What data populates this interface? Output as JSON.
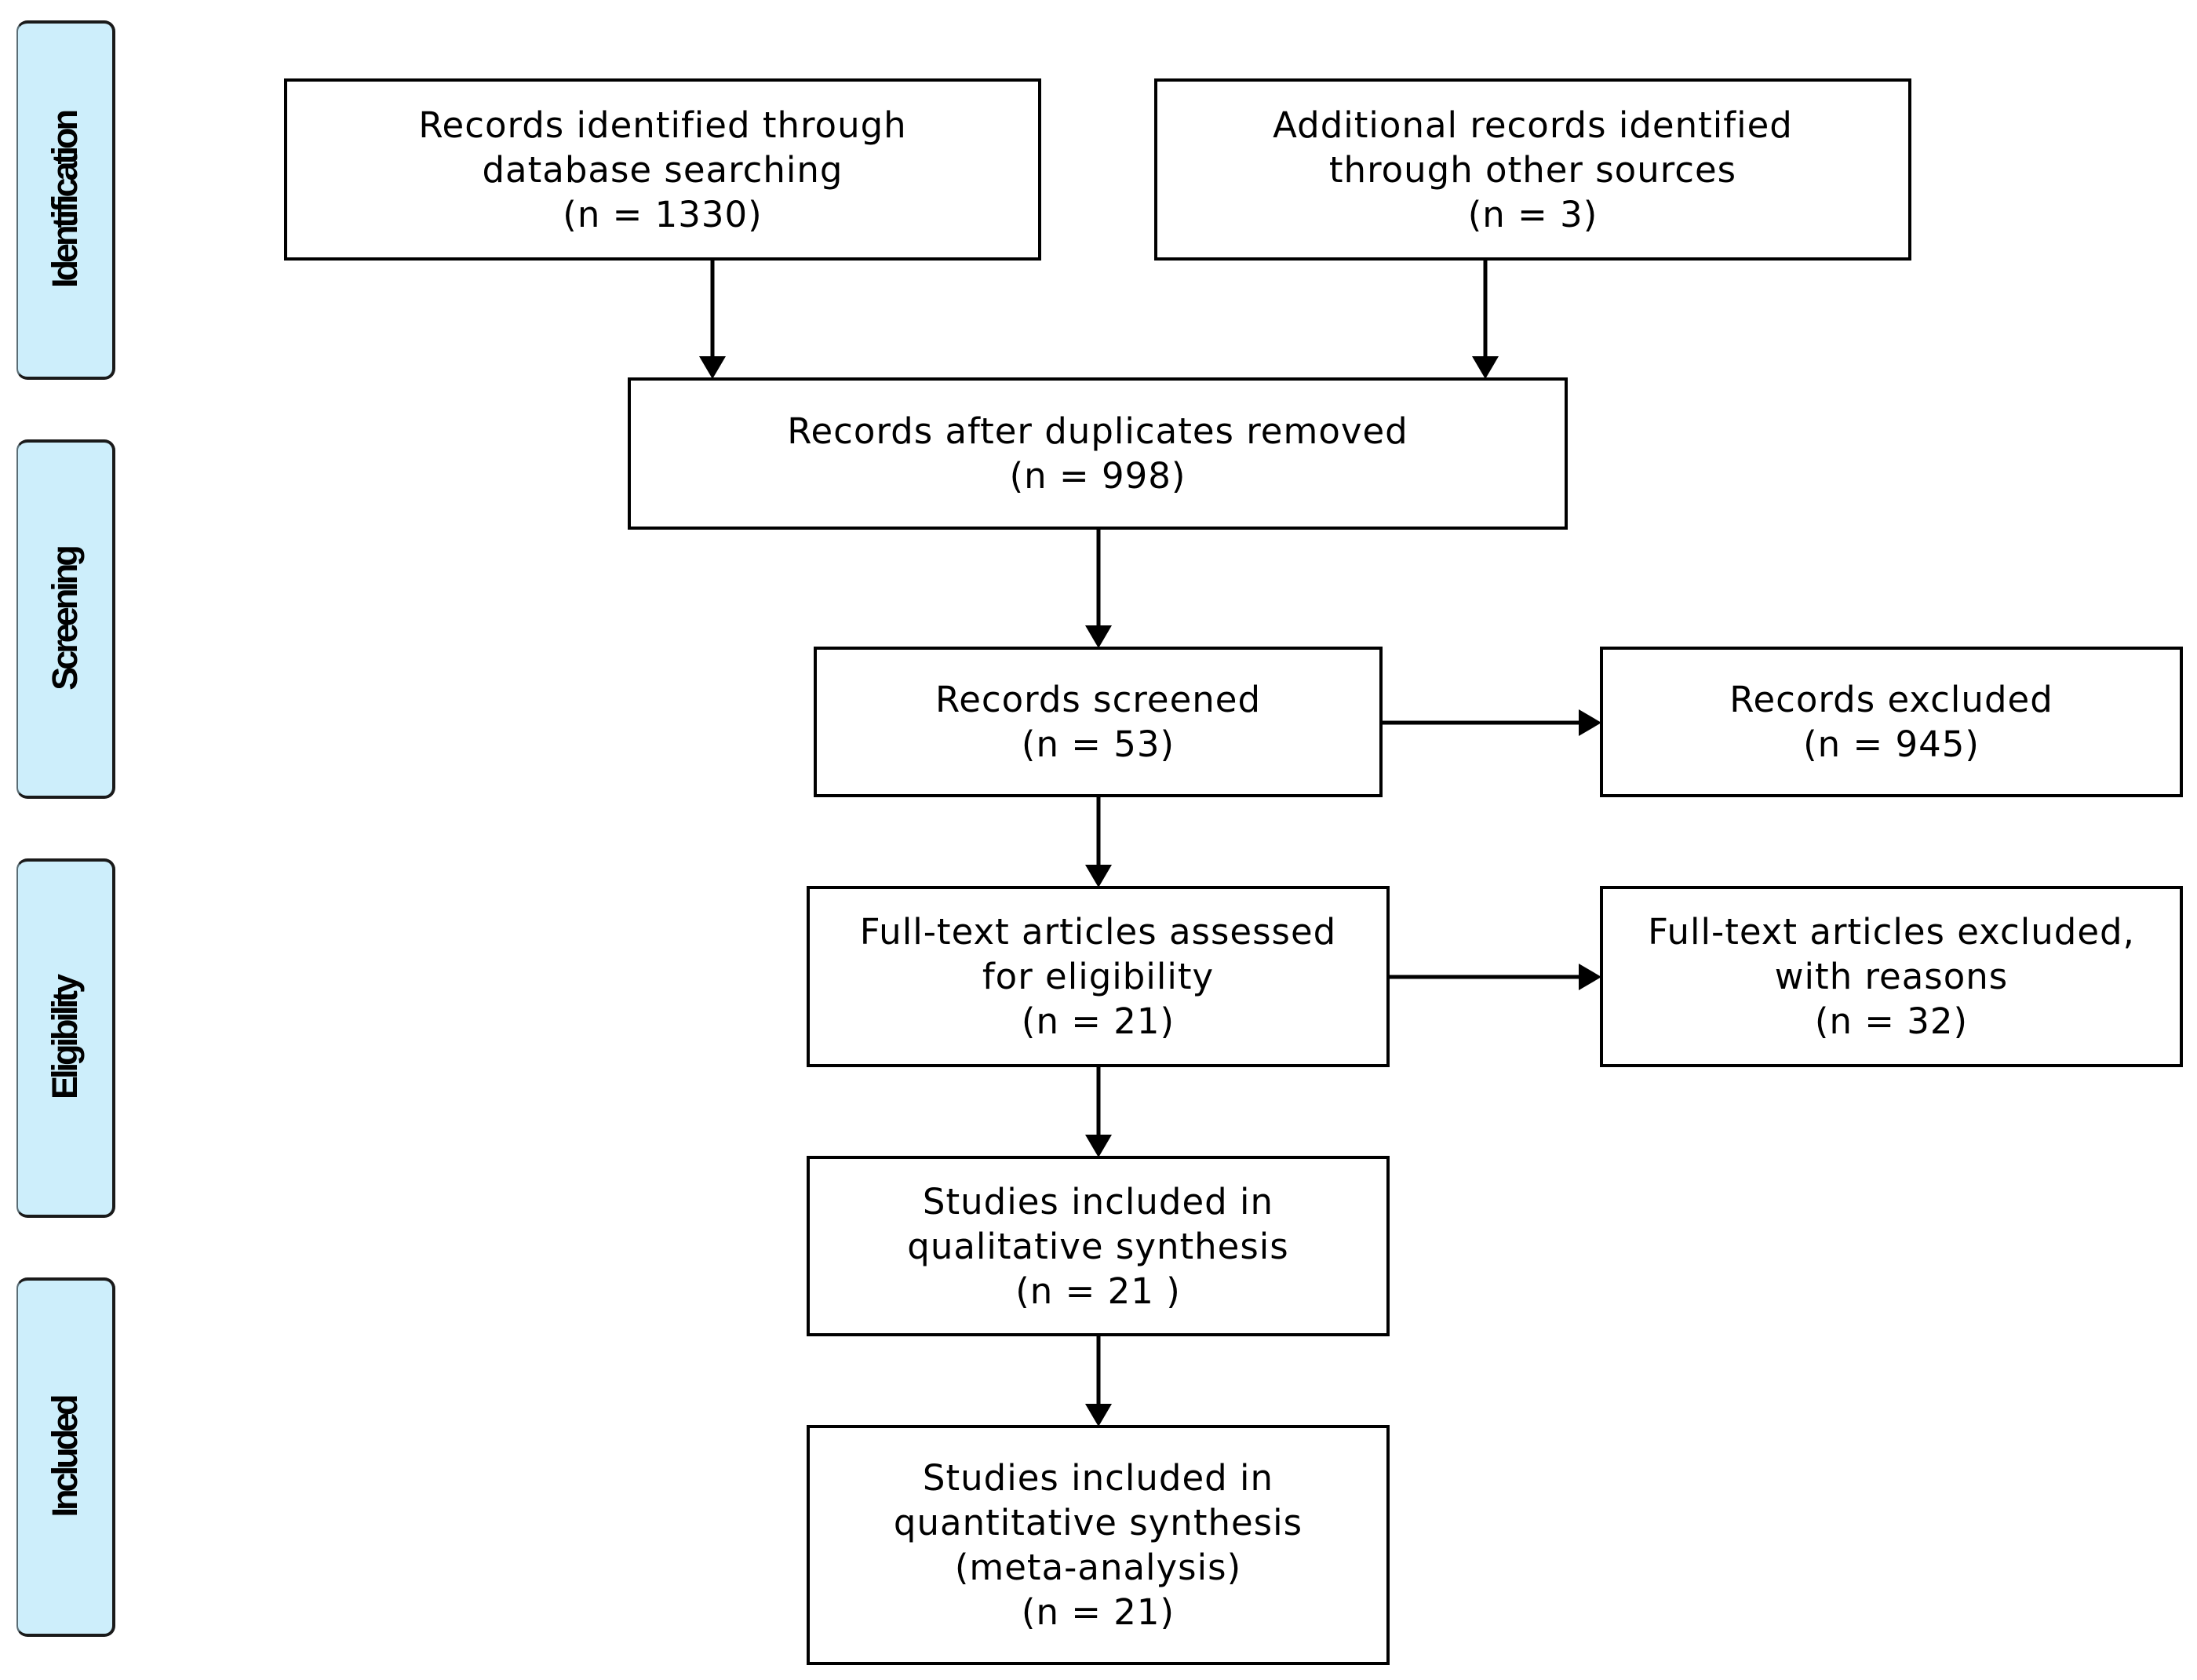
{
  "stages": [
    {
      "label": "Identification"
    },
    {
      "label": "Screening"
    },
    {
      "label": "Eligibility"
    },
    {
      "label": "Included"
    }
  ],
  "boxes": {
    "database": {
      "lines": [
        "Records identified through",
        "database searching",
        "(n = 1330)"
      ]
    },
    "other_sources": {
      "lines": [
        "Additional records identified",
        "through other sources",
        "(n = 3)"
      ]
    },
    "duplicates_removed": {
      "lines": [
        "Records after duplicates removed",
        "(n = 998)"
      ]
    },
    "screened": {
      "lines": [
        "Records screened",
        "(n = 53)"
      ]
    },
    "excluded": {
      "lines": [
        "Records excluded",
        "(n = 945)"
      ]
    },
    "fulltext_assessed": {
      "lines": [
        "Full-text articles assessed",
        "for eligibility",
        "(n = 21)"
      ]
    },
    "fulltext_excluded": {
      "lines": [
        "Full-text articles excluded,",
        "with reasons",
        "(n = 32)"
      ]
    },
    "qualitative": {
      "lines": [
        "Studies included in",
        "qualitative synthesis",
        "(n = 21 )"
      ]
    },
    "quantitative": {
      "lines": [
        "Studies included in",
        "quantitative synthesis",
        "(meta-analysis)",
        "(n = 21)"
      ]
    }
  },
  "colors": {
    "stage_fill": "#cdeefb",
    "line": "#000000"
  }
}
